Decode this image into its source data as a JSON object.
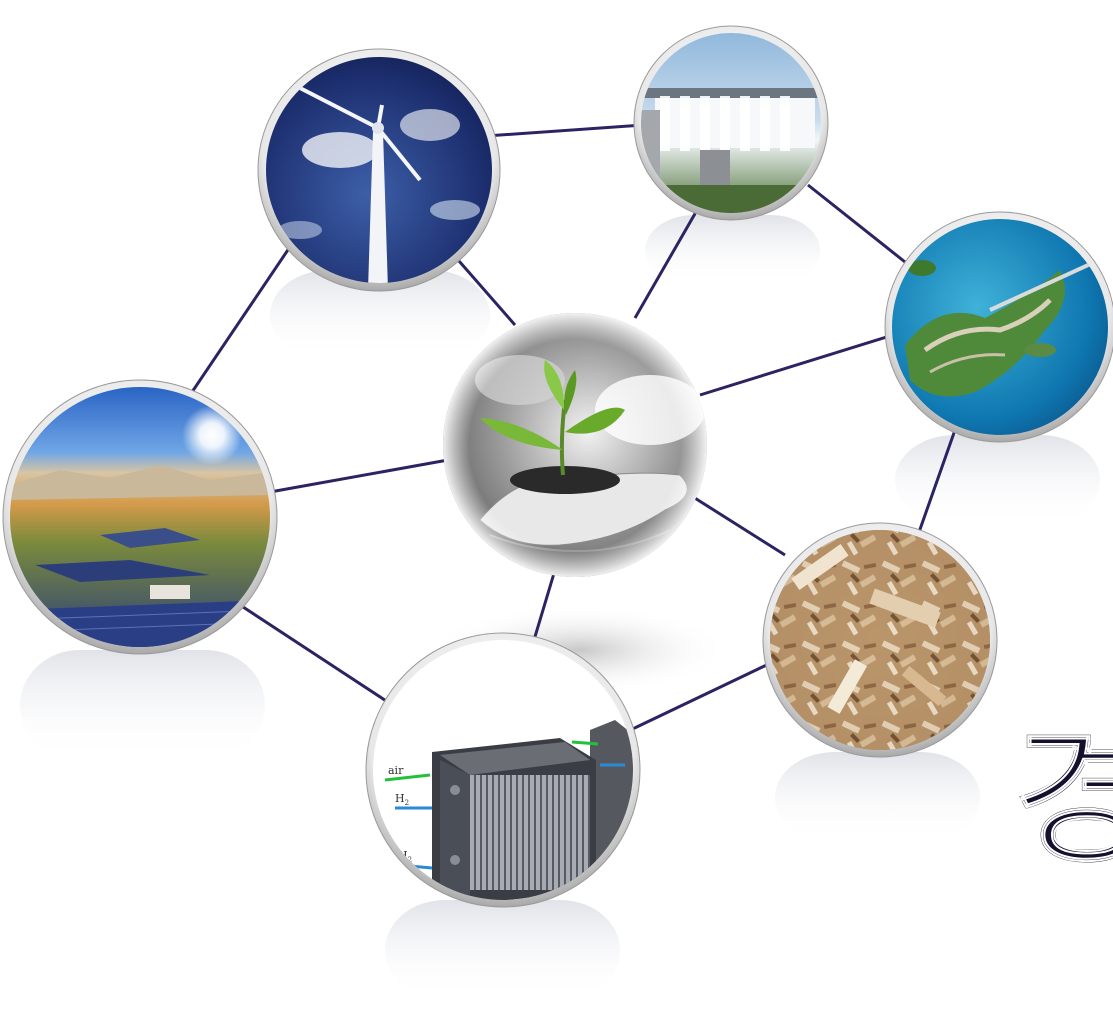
{
  "diagram": {
    "center": {
      "name": "plant-in-hands",
      "icon": "sprout-icon"
    },
    "nodes": [
      {
        "id": "wind",
        "name": "wind-turbine"
      },
      {
        "id": "hydro",
        "name": "hydro-dam"
      },
      {
        "id": "ocean",
        "name": "tidal-island"
      },
      {
        "id": "biomass",
        "name": "wood-chips"
      },
      {
        "id": "fuelcell",
        "name": "fuel-cell-stack"
      },
      {
        "id": "solar",
        "name": "solar-farm"
      }
    ],
    "fuelcell_labels": {
      "air": "air",
      "h2_top": "H",
      "h2_bottom": "H",
      "subscript": "2"
    },
    "connector_color": "#2b2463",
    "partial_title": "경"
  }
}
